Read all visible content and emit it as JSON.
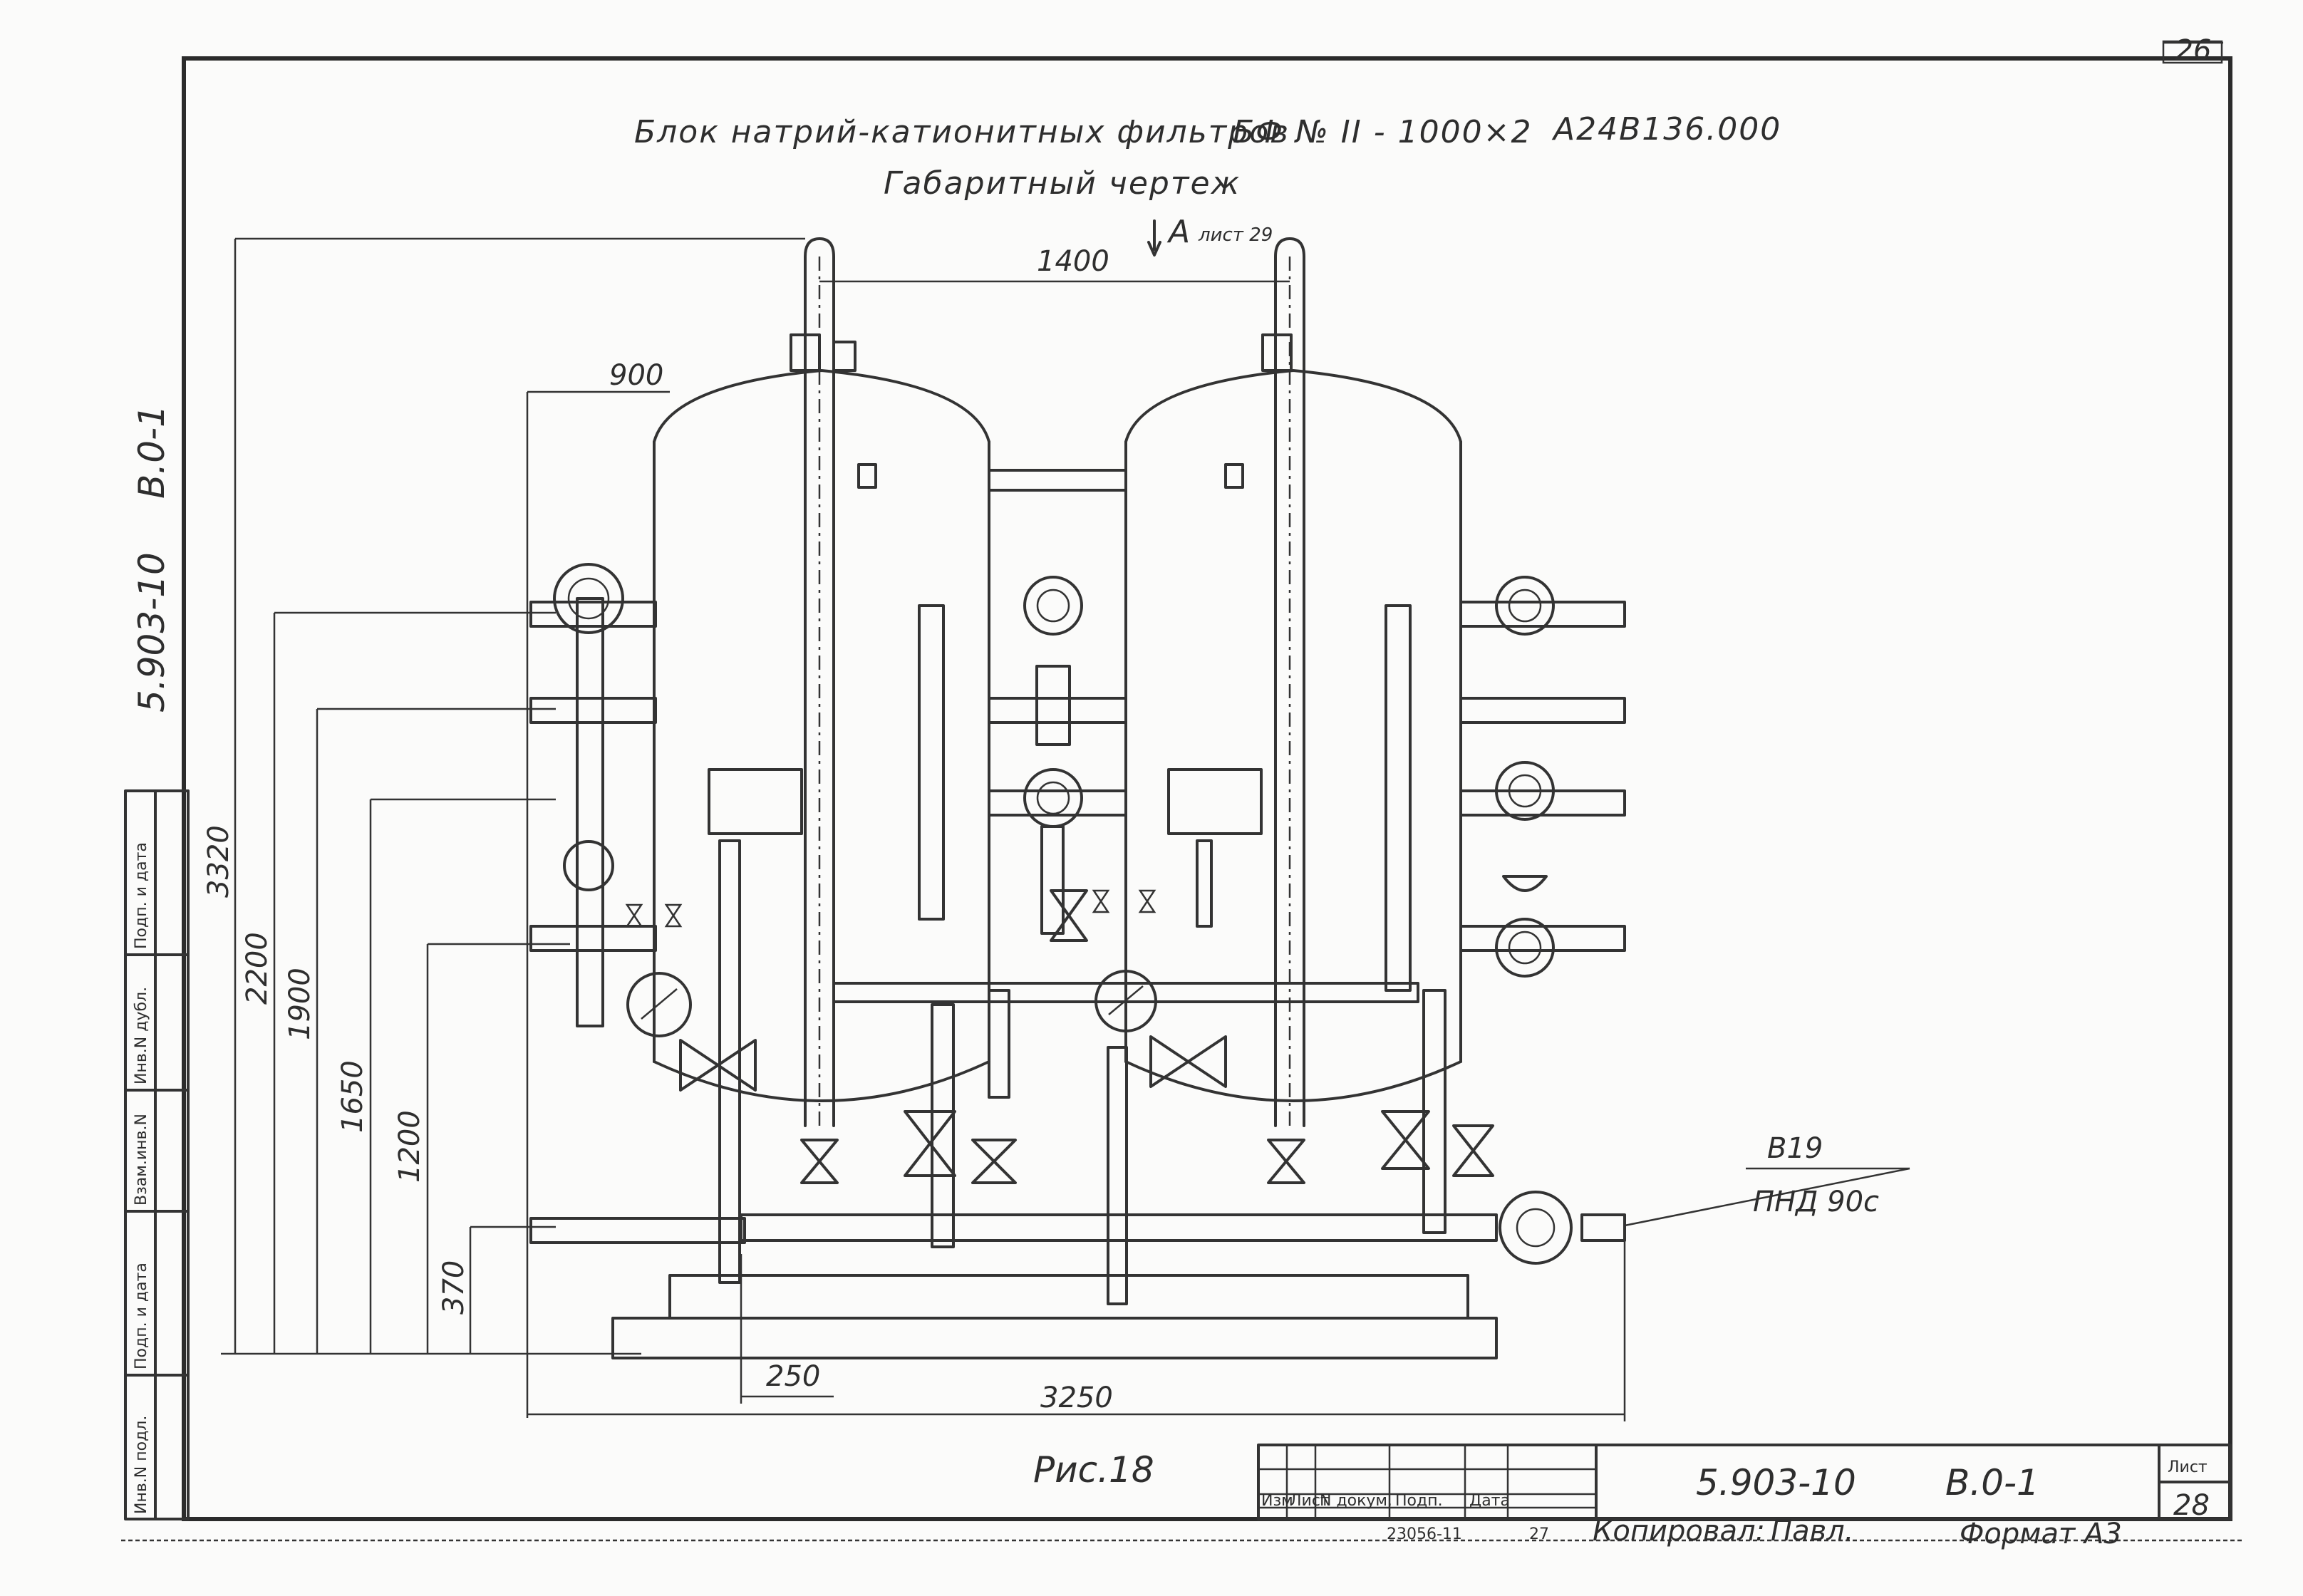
{
  "page_number": "26",
  "title": {
    "line1_name": "Блок натрий-катионитных фильтров",
    "line1_code": "БФ № II - 1000×2",
    "line1_doc": "А24В136.000",
    "line2": "Габаритный чертеж"
  },
  "view_marker": {
    "letter": "А",
    "ref": "лист 29"
  },
  "dimensions": {
    "d1400": "1400",
    "d900": "900",
    "d3320": "3320",
    "d2200": "2200",
    "d1900": "1900",
    "d1650": "1650",
    "d1200": "1200",
    "d370": "370",
    "d250": "250",
    "d3250": "3250"
  },
  "callout": {
    "code": "В19",
    "text": "ПНД 90с"
  },
  "figure_caption": "Рис.18",
  "side_code": {
    "series": "5.903-10",
    "issue": "В.0-1"
  },
  "left_stamp": [
    "Инв.N подл.",
    "Подп. и дата",
    "Взам.инв.N",
    "Инв.N дубл.",
    "Подп. и дата"
  ],
  "title_block": {
    "headers": [
      "Изм",
      "Лист",
      "N докум.",
      "Подп.",
      "Дата"
    ],
    "series": "5.903-10",
    "issue": "В.0-1",
    "sheet_label": "Лист",
    "sheet_number": "28"
  },
  "footer": {
    "order": "23056-11",
    "sheet": "27",
    "copied_label": "Копировал:",
    "copied_by": "Павл.",
    "format": "Формат А3"
  }
}
